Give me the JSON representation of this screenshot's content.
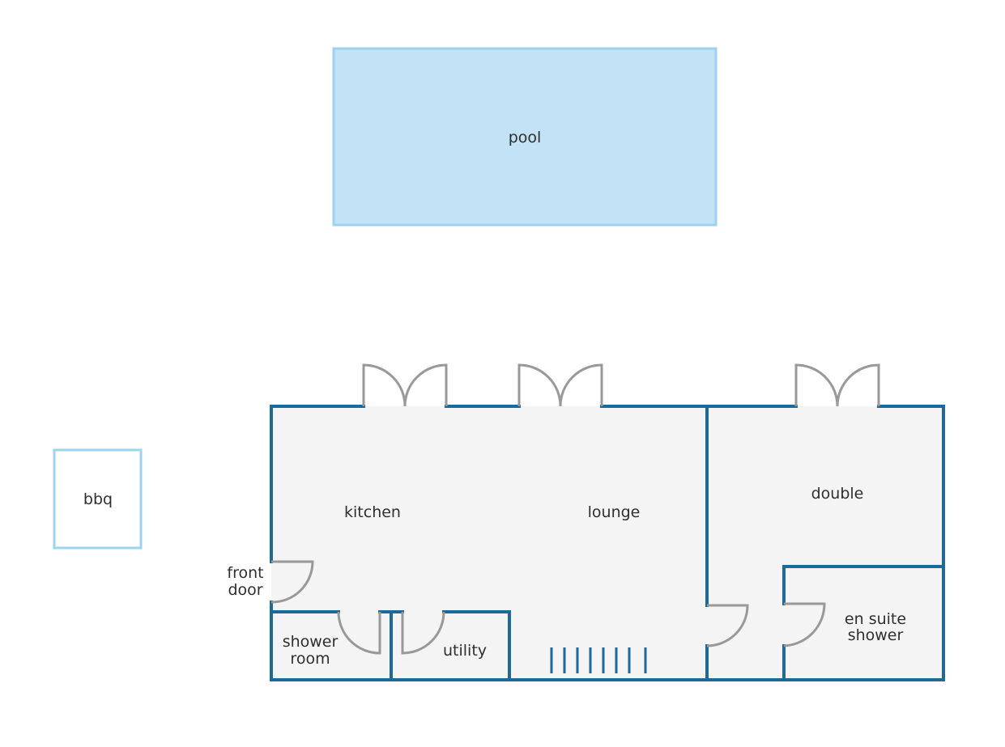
{
  "colors": {
    "wall": "#1c6a9a",
    "floor": "#f4f4f4",
    "pool_fill": "#c2e2f6",
    "pool_stroke": "#9ed3f0",
    "bbq_stroke": "#9ed3f0",
    "door": "#999999",
    "stairs": "#1c6a9a"
  },
  "labels": {
    "pool": "pool",
    "bbq": "bbq",
    "kitchen": "kitchen",
    "lounge": "lounge",
    "double": "double",
    "front_door_line1": "front",
    "front_door_line2": "door",
    "shower_room_line1": "shower",
    "shower_room_line2": "room",
    "utility": "utility",
    "en_suite_line1": "en suite",
    "en_suite_line2": "shower"
  },
  "icons": {
    "door": "door-swing-icon",
    "french_doors": "french-doors-icon",
    "stairs": "stairs-icon"
  }
}
